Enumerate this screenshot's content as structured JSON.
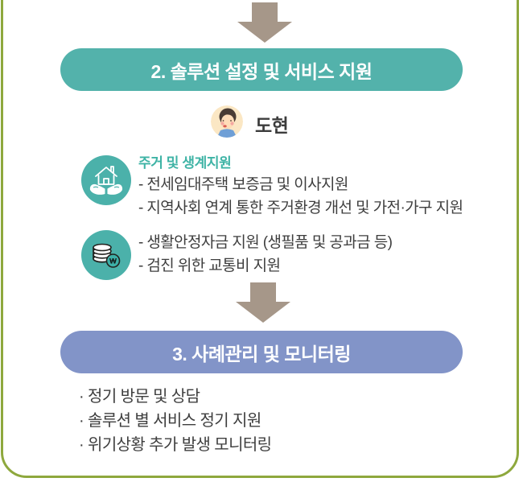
{
  "page": {
    "frame_border_color": "#8ea83d",
    "background": "#ffffff",
    "arrow_color": "#a69789",
    "text_color": "#3e3e3e"
  },
  "step2": {
    "banner": {
      "label": "2. 솔루션 설정 및 서비스 지원",
      "bg": "#53b2ab"
    },
    "person": {
      "name": "도현",
      "avatar": "boy-avatar"
    },
    "groups": [
      {
        "icon": "house-in-hands-icon",
        "icon_bg": "#4bb1aa",
        "heading": "주거 및 생계지원",
        "heading_color": "#3eb3a5",
        "items": [
          "- 전세임대주택 보증금 및 이사지원",
          "- 지역사회 연계 통한 주거환경 개선 및 가전·가구 지원"
        ]
      },
      {
        "icon": "coin-stack-won-icon",
        "icon_bg": "#4bb1aa",
        "items": [
          "- 생활안정자금 지원 (생필품 및 공과금 등)",
          "- 검진 위한 교통비 지원"
        ]
      }
    ]
  },
  "step3": {
    "banner": {
      "label": "3. 사례관리 및 모니터링",
      "bg": "#8294c8"
    },
    "items": [
      "· 정기 방문 및 상담",
      "· 솔루션 별 서비스 정기 지원",
      "· 위기상황 추가 발생 모니터링"
    ]
  }
}
